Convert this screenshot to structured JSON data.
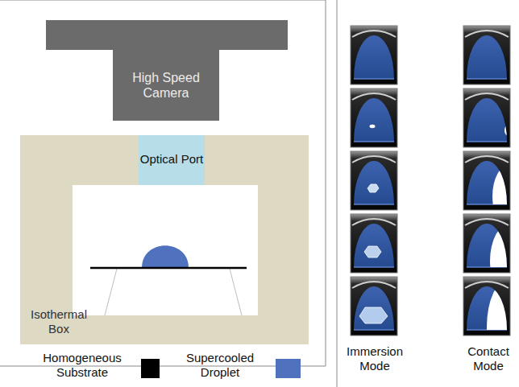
{
  "diagram": {
    "nodes": [
      {
        "text": [
          "High Speed Camera"
        ]
      },
      {
        "text": [
          "Isothermal Box"
        ]
      },
      {
        "text": [
          "Optical Port"
        ],
        "in": 1
      }
    ],
    "labels": [
      "Immersion Mode",
      "Contact Mode"
    ],
    "legend": [
      {
        "text": "Homogeneous Substrate",
        "color": "#000000"
      },
      {
        "text": "Supercooled Droplet",
        "color": "#4f71be"
      }
    ]
  }
}
